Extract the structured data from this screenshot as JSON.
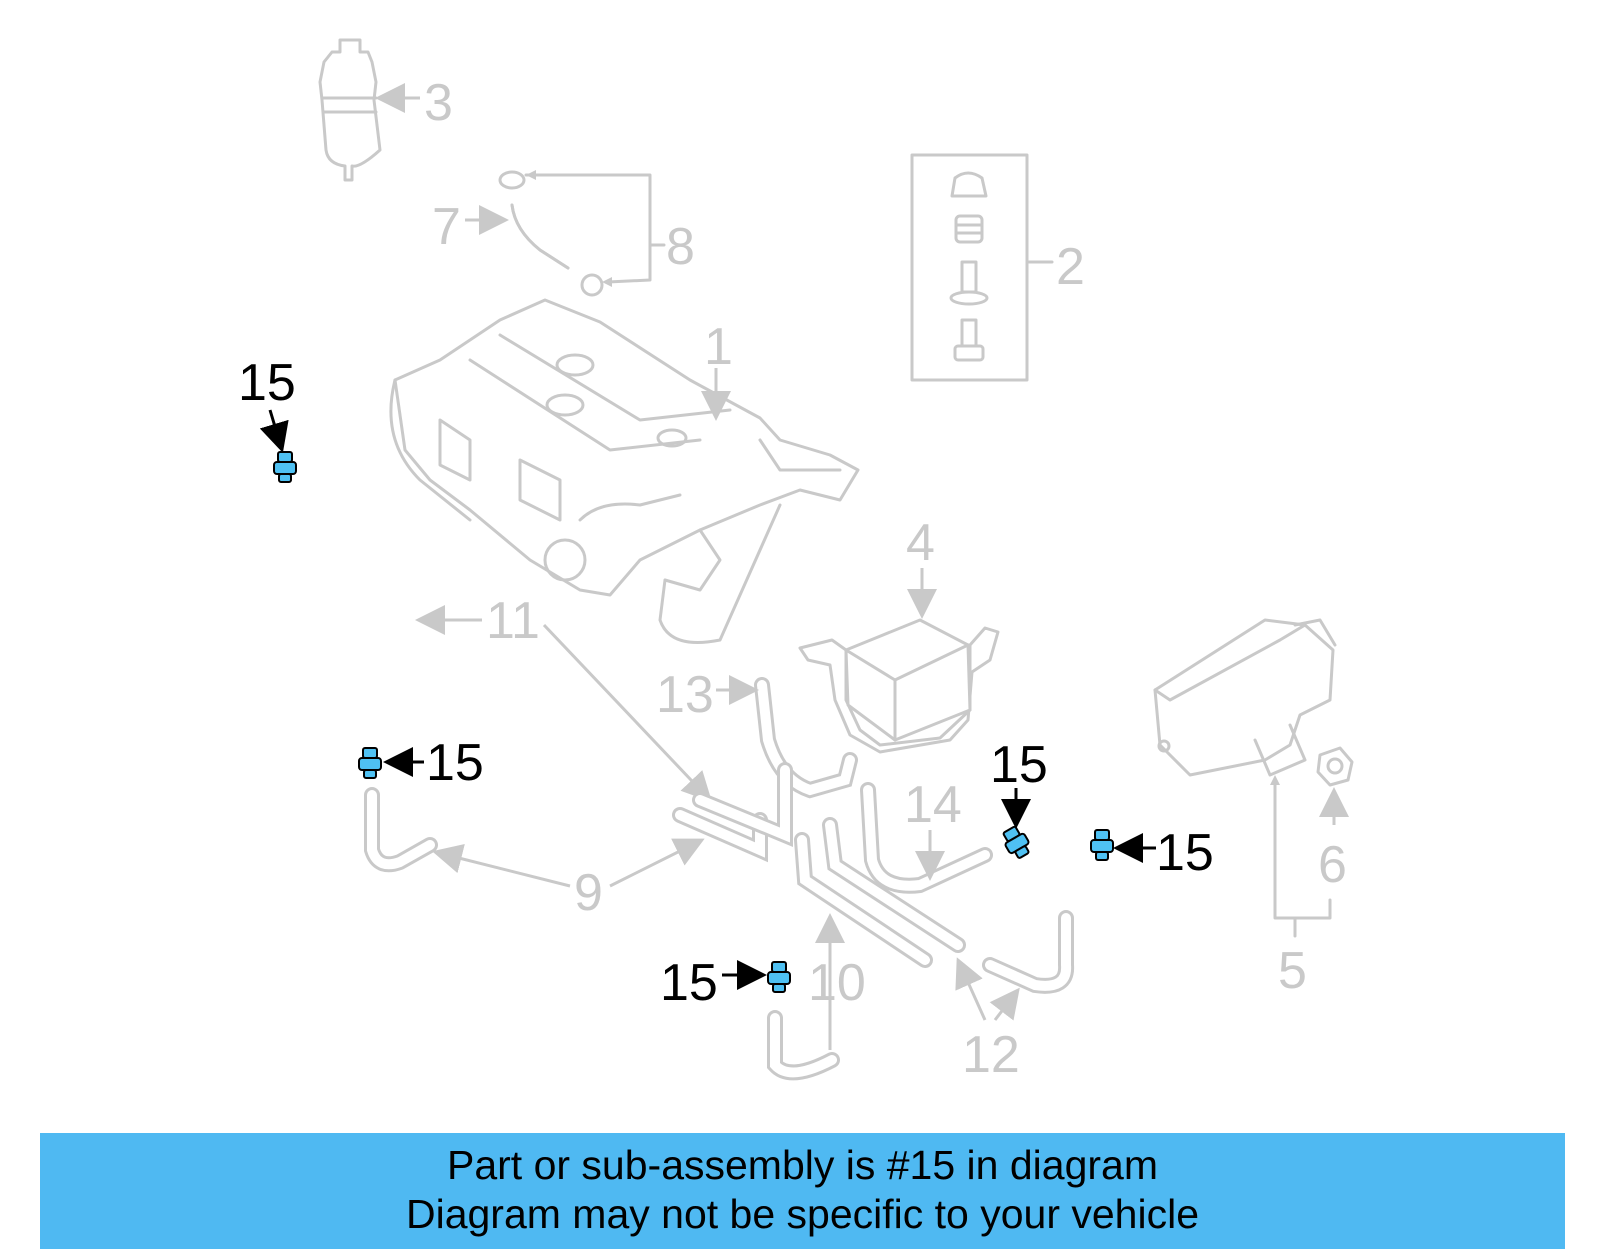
{
  "labels": {
    "p1": "1",
    "p2": "2",
    "p3": "3",
    "p4": "4",
    "p5": "5",
    "p6": "6",
    "p7": "7",
    "p8": "8",
    "p9": "9",
    "p10": "10",
    "p11": "11",
    "p12": "12",
    "p13": "13",
    "p14": "14",
    "p15": "15"
  },
  "highlighted_part": "15",
  "colors": {
    "highlight": "#4fc1f3",
    "banner": "#4fb9f2",
    "inactive": "#c9c9c9"
  },
  "banner": {
    "line1": "Part or sub-assembly is #15 in diagram",
    "line2": "Diagram may not be specific to your vehicle"
  }
}
